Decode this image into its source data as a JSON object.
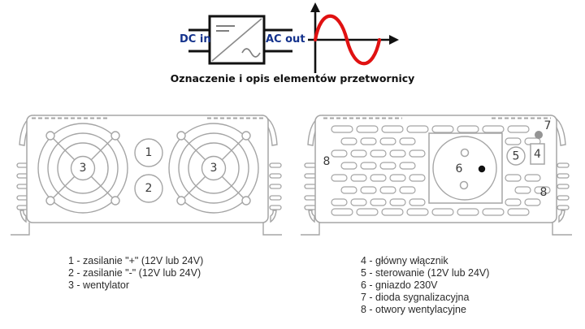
{
  "symbol": {
    "dc_label": "DC in",
    "ac_label": "AC out"
  },
  "caption": "Oznaczenie i opis elementów przetwornicy",
  "front_view": {
    "callout_power_plus": "1",
    "callout_power_minus": "2",
    "callout_fan": "3"
  },
  "back_view": {
    "callout_switch": "4",
    "callout_control": "5",
    "callout_socket": "6",
    "callout_led": "7",
    "callout_vents": "8"
  },
  "legend_left": {
    "items": [
      "1 - zasilanie \"+\" (12V lub 24V)",
      "2 - zasilanie \"-\" (12V lub 24V)",
      "3 - wentylator"
    ]
  },
  "legend_right": {
    "items": [
      "4 - główny włącznik",
      "5 - sterowanie (12V lub 24V)",
      "6 - gniazdo 230V",
      "7 - dioda sygnalizacyjna",
      "8 - otwory wentylacyjne"
    ]
  },
  "colors": {
    "line_gray": "#a5a5a5",
    "sine_red": "#e01111",
    "label_navy": "#14328c",
    "text_dark": "#1a1a1a"
  }
}
